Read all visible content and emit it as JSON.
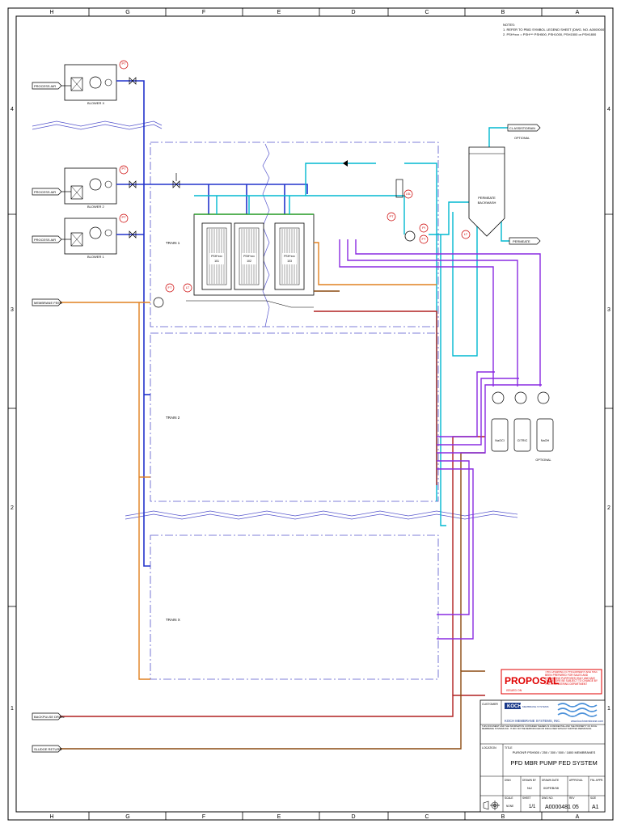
{
  "border": {
    "columns": [
      "H",
      "G",
      "F",
      "E",
      "D",
      "C",
      "B",
      "A"
    ],
    "rows": [
      "4",
      "3",
      "2",
      "1"
    ]
  },
  "notes": {
    "heading": "NOTES:",
    "line1": "1. REFER TO PBID SYMBOL LEGEND SHEET (DWG. NO. A0000000)",
    "line2": "2. PSH*xxx = PSH*** PSH500, PSH1000, PSH1500 or PSH1800"
  },
  "inputs": {
    "process_air_1": "PROCESS AIR",
    "process_air_2": "PROCESS AIR",
    "process_air_3": "PROCESS AIR",
    "membrane_feed": "MEMBRANE FEED",
    "backpulse_drain": "BACKPULSE DRAIN",
    "sludge_return": "SLUDGE RETURN"
  },
  "blowers": {
    "b1": "BLOWER X",
    "b2": "BLOWER 2",
    "b3": "BLOWER 1"
  },
  "trains": {
    "t1": "TRAIN 1",
    "t2": "TRAIN 2",
    "t3": "TRAIN X"
  },
  "cassettes": {
    "c1_a": "PSH*xxx",
    "c1_b": "101",
    "c2_a": "PSH*xxx",
    "c2_b": "102",
    "c3_a": "PSH*xxx",
    "c3_b": "103"
  },
  "tank": {
    "line1": "PERMEATE",
    "line2": "BACKWASH"
  },
  "outputs": {
    "cleanout": "CL ASSIST/DRAIN",
    "cleanout_note": "OPTIONAL",
    "permeate": "PERMEATE"
  },
  "chem": {
    "c1": "NaOCl",
    "c2": "CITRIC",
    "c3": "NaOH",
    "note": "OPTIONAL"
  },
  "instruments": {
    "pt": "PT",
    "ft": "FT",
    "lt": "LT",
    "lsl": "LSL",
    "pi": "PI"
  },
  "proposal": {
    "title": "PROPOSAL",
    "subtitle": "ISSUED ON",
    "text": "THIS DRAWING IS PRELIMINARY AND HAS BEEN PREPARED FOR SALES AND ESTIMATING PURPOSES ONLY AND MAY THEREFORE BE SUBJECT TO CHANGE BY THE ENGINEERING DEPARTMENT"
  },
  "titleblock": {
    "customer_label": "CUSTOMER",
    "company": "KOCH MEMBRANE SYSTEMS, INC.",
    "logo_text": "KOCH",
    "logo_sub": "MEMBRANE SYSTEMS",
    "website": "www.kochmembrane.com",
    "confidential": "THIS DOCUMENT AND THE INFORMATION CONTAINED THEREIN IS CONFIDENTIAL AND THE PROPERTY OF KOCH MEMBRANE SYSTEMS INC. IT MAY NOT BE REPRODUCED OR DISCLOSED WITHOUT WRITTEN PERMISSION.",
    "location_label": "LOCATION",
    "title_label": "TITLE",
    "title_line1": "PURON® PSH500 / 250 / 300 / 500 / 1800 MEMBRANES",
    "title_line2": "PFD MBR PUMP FED SYSTEM",
    "dwn_label": "DWN",
    "dwn_value": "",
    "drawn_by_label": "DRAWN BY",
    "drawn_by_value": "NU",
    "drawn_date_label": "DRAWN DATE",
    "drawn_date_value": "00/FEB/08",
    "approval_label": "APPROVAL",
    "fnl_label": "FNL APPR.",
    "scale_label": "SCALE",
    "scale_value": "NONE",
    "sheet_label": "SHEET",
    "sheet_value": "1/1",
    "dwg_label": "DWG NO.",
    "dwg_value": "A0000481",
    "rev_label": "REV",
    "rev_value": "05",
    "size_label": "SIZE",
    "size_value": "A1"
  }
}
